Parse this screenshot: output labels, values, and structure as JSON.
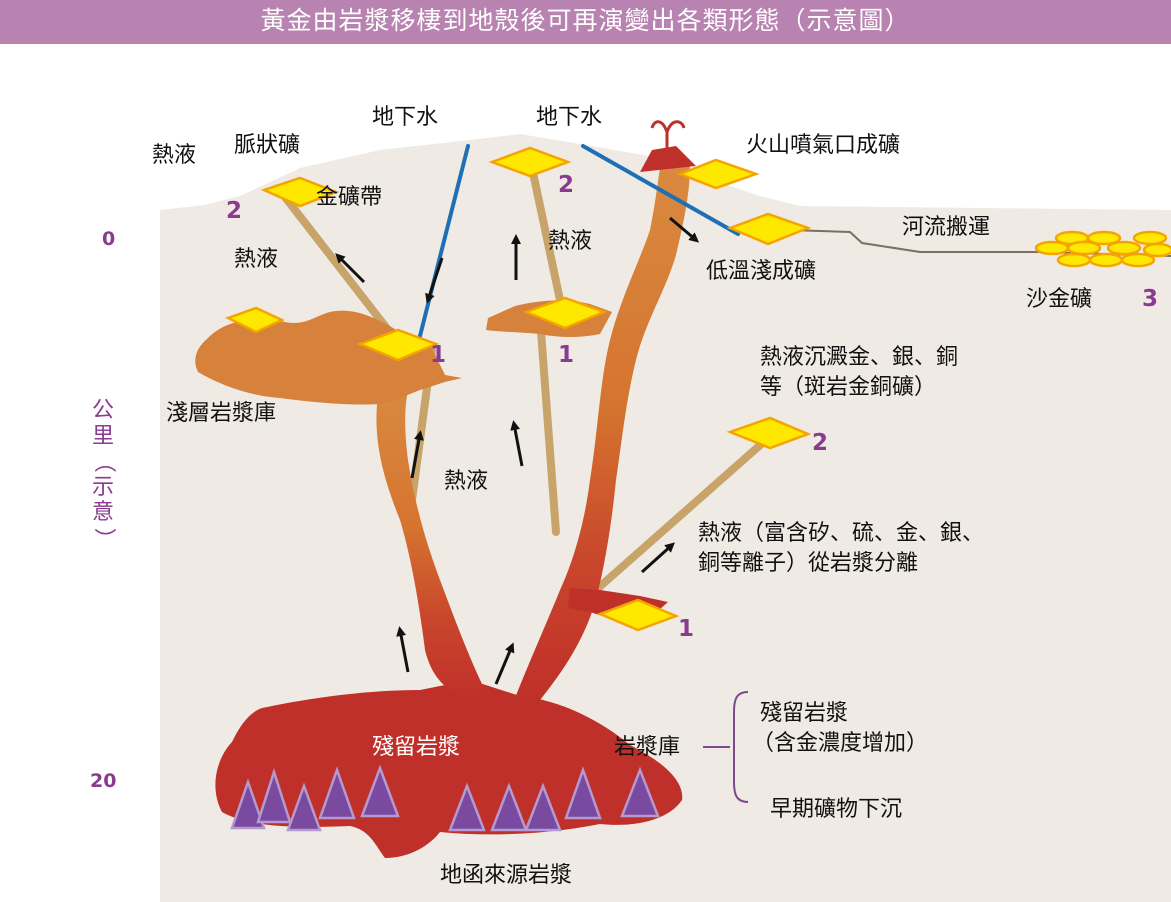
{
  "title": "黃金由岩漿移棲到地殼後可再演變出各類形態（示意圖）",
  "axis": {
    "ticks": [
      "0",
      "20"
    ],
    "unit_chars": [
      "公",
      "里",
      "（",
      "示",
      "意",
      "）"
    ]
  },
  "labels": {
    "groundwater_1": "地下水",
    "groundwater_2": "地下水",
    "hydrothermal_top": "熱液",
    "vein_deposit": "脈狀礦",
    "gold_belt": "金礦帶",
    "volcanic_vent": "火山噴氣口成礦",
    "hydro_left": "熱液",
    "hydro_center": "熱液",
    "low_temp": "低溫淺成礦",
    "river_transport": "河流搬運",
    "placer_gold": "沙金礦",
    "shallow_chamber": "淺層岩漿庫",
    "precip_line1": "熱液沉澱金、銀、銅",
    "precip_line2": "等（斑岩金銅礦）",
    "hydro_lower": "熱液",
    "separation_line1": "熱液（富含矽、硫、金、銀、",
    "separation_line2": "銅等離子）從岩漿分離",
    "residual_magma_white": "殘留岩漿",
    "magma_chamber": "岩漿庫",
    "residual_line1": "殘留岩漿",
    "residual_line2": "（含金濃度增加）",
    "early_sink": "早期礦物下沉",
    "mantle_magma": "地函來源岩漿"
  },
  "stage_numbers": {
    "n1a": "1",
    "n1b": "1",
    "n1c": "1",
    "n2a": "2",
    "n2b": "2",
    "n2c": "2",
    "n3": "3"
  },
  "colors": {
    "banner": "#b883b0",
    "crust": "#efebe4",
    "magma_deep": "#c0302a",
    "magma_shallow": "#d77f3c",
    "gold": "#ffe800",
    "gold_edge": "#f5a300",
    "groundwater": "#1f6fb5",
    "hydro_vein": "#c8a46a",
    "crystal": "#7a4aa0",
    "number": "#8a3a8f"
  }
}
